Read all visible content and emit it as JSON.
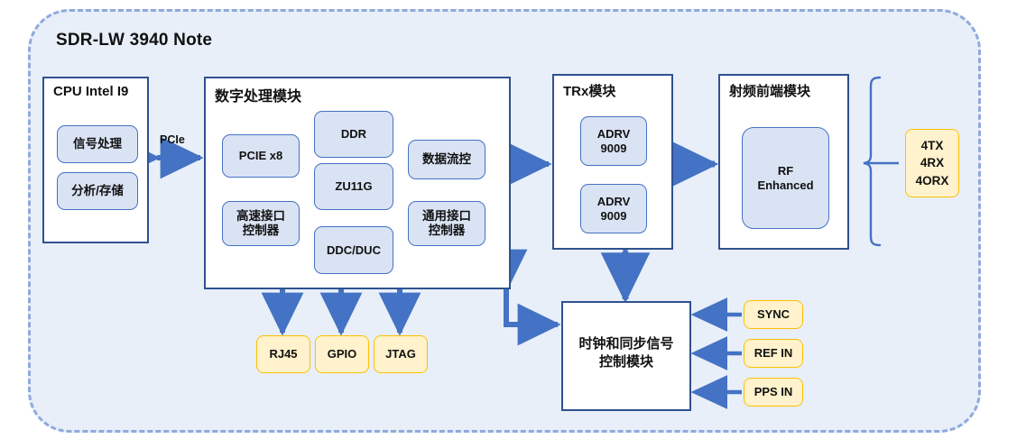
{
  "system": {
    "title": "SDR-LW 3940 Note"
  },
  "modules": {
    "cpu": {
      "title": "CPU Intel I9",
      "chips": [
        {
          "label": "信号处理"
        },
        {
          "label": "分析/存储"
        }
      ]
    },
    "digital": {
      "title": "数字处理模块",
      "chips": [
        {
          "label": "PCIE x8"
        },
        {
          "label": "高速接口\n控制器"
        },
        {
          "label": "DDR"
        },
        {
          "label": "ZU11G"
        },
        {
          "label": "DDC/DUC"
        },
        {
          "label": "数据流控"
        },
        {
          "label": "通用接口\n控制器"
        }
      ]
    },
    "trx": {
      "title": "TRx模块",
      "chips": [
        {
          "label": "ADRV\n9009"
        },
        {
          "label": "ADRV\n9009"
        }
      ]
    },
    "rf_frontend": {
      "title": "射频前端模块",
      "chips": [
        {
          "label": "RF\nEnhanced"
        }
      ]
    },
    "clock": {
      "title": "时钟和同步信号\n控制模块"
    }
  },
  "io_ports": {
    "bottom": [
      {
        "label": "RJ45"
      },
      {
        "label": "GPIO"
      },
      {
        "label": "JTAG"
      }
    ],
    "clock_inputs": [
      {
        "label": "SYNC"
      },
      {
        "label": "REF IN"
      },
      {
        "label": "PPS IN"
      }
    ],
    "antenna": {
      "label": "4TX\n4RX\n4ORX"
    }
  },
  "connections": {
    "pcie_label": "PCIe"
  },
  "colors": {
    "canvas": "#e8eff9",
    "dashed_border": "#8faadc",
    "module_border": "#2f528f",
    "chip_fill": "#dae3f3",
    "chip_border": "#4472c4",
    "io_fill": "#fff2cc",
    "io_border": "#ffc000",
    "arrow": "#4472c4",
    "brace": "#4472c4"
  }
}
